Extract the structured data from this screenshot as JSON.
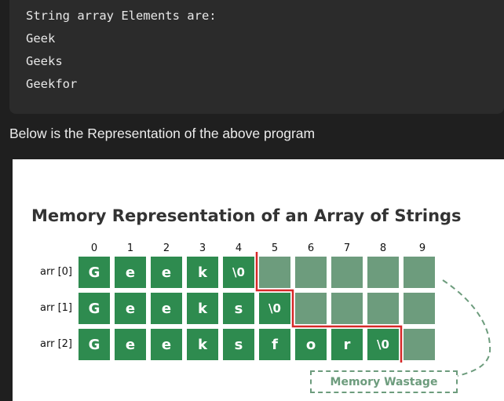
{
  "code_output": {
    "lines": [
      "String array Elements are:",
      "Geek",
      "Geeks",
      "Geekfor"
    ]
  },
  "caption": "Below is the Representation of the above program",
  "figure": {
    "title": "Memory Representation of an Array of Strings",
    "indices": [
      "0",
      "1",
      "2",
      "3",
      "4",
      "5",
      "6",
      "7",
      "8",
      "9"
    ],
    "rows": [
      {
        "label": "arr [0]",
        "cells": [
          "G",
          "e",
          "e",
          "k",
          "\\0",
          "",
          "",
          "",
          "",
          ""
        ]
      },
      {
        "label": "arr [1]",
        "cells": [
          "G",
          "e",
          "e",
          "k",
          "s",
          "\\0",
          "",
          "",
          "",
          ""
        ]
      },
      {
        "label": "arr [2]",
        "cells": [
          "G",
          "e",
          "e",
          "k",
          "s",
          "f",
          "o",
          "r",
          "\\0",
          ""
        ]
      }
    ],
    "wastage_label": "Memory Wastage",
    "colors": {
      "filled": "#2e8b4f",
      "empty": "#6d9c7d",
      "boundary": "#d62828"
    }
  }
}
